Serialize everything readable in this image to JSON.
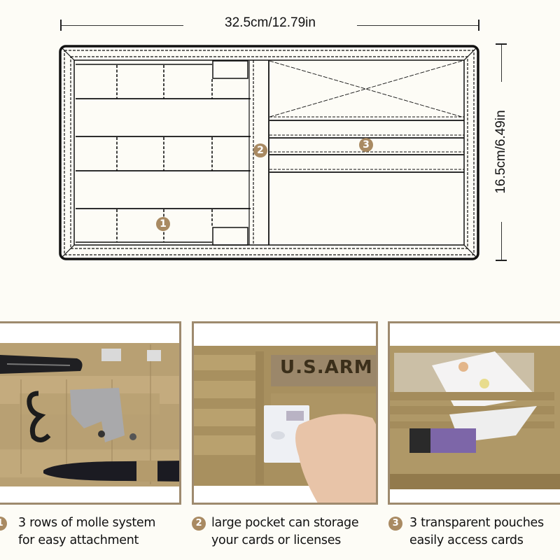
{
  "dimensions": {
    "width_label": "32.5cm/12.79in",
    "height_label": "16.5cm/6.49in"
  },
  "diagram": {
    "badges": [
      "1",
      "2",
      "3"
    ],
    "accent_color": "#a98a62",
    "line_color": "#111111",
    "background": "#fdfcf6"
  },
  "photos": [
    {
      "name": "molle-tools-photo",
      "description": "knife, carabiners and pen attached to molle webbing"
    },
    {
      "name": "large-pocket-photo",
      "description": "hand inserting card into large pocket; patch text",
      "patch_text": "U.S.ARM"
    },
    {
      "name": "transparent-pouches-photo",
      "description": "cards in transparent pouches"
    }
  ],
  "features": [
    {
      "number": "1",
      "line1": "3 rows of  molle system",
      "line2": "for easy attachment"
    },
    {
      "number": "2",
      "line1": "large pocket can storage",
      "line2": "your cards or licenses"
    },
    {
      "number": "3",
      "line1": "3 transparent pouches",
      "line2": "easily access cards"
    }
  ],
  "photo_frame_color": "#9e8a6e",
  "fabric_color": "#b39a6a"
}
